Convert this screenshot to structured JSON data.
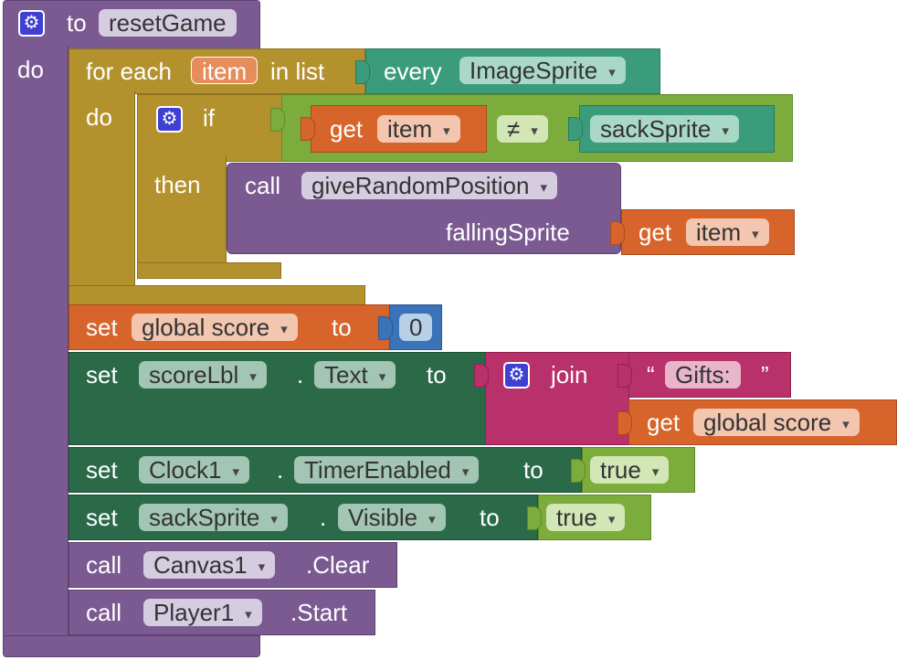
{
  "procedure": {
    "keyword_to": "to",
    "name": "resetGame",
    "keyword_do": "do"
  },
  "foreach": {
    "label_for_each": "for each",
    "variable": "item",
    "label_in_list": "in list",
    "label_do": "do"
  },
  "every": {
    "label": "every",
    "component": "ImageSprite"
  },
  "if_block": {
    "label_if": "if",
    "label_then": "then"
  },
  "compare": {
    "get_label": "get",
    "variable": "item",
    "operator": "≠",
    "component": "sackSprite"
  },
  "call_random": {
    "call_label": "call",
    "procedure": "giveRandomPosition",
    "arg_name": "fallingSprite",
    "get_label": "get",
    "variable": "item"
  },
  "set_score": {
    "set_label": "set",
    "variable": "global score",
    "to_label": "to",
    "value": "0"
  },
  "set_label_text": {
    "set_label": "set",
    "component": "scoreLbl",
    "dot": ".",
    "property": "Text",
    "to_label": "to",
    "join_label": "join",
    "open_quote": "“",
    "string": "Gifts:",
    "close_quote": "”",
    "get_label": "get",
    "variable": "global score"
  },
  "set_timer": {
    "set_label": "set",
    "component": "Clock1",
    "dot": ".",
    "property": "TimerEnabled",
    "to_label": "to",
    "value": "true"
  },
  "set_visible": {
    "set_label": "set",
    "component": "sackSprite",
    "dot": ".",
    "property": "Visible",
    "to_label": "to",
    "value": "true"
  },
  "call_clear": {
    "call_label": "call",
    "component": "Canvas1",
    "method": ".Clear"
  },
  "call_start": {
    "call_label": "call",
    "component": "Player1",
    "method": ".Start"
  },
  "colors": {
    "procedure": "#7b5a91",
    "control": "#b3922e",
    "list": "#3a9c7a",
    "logic": "#7cac3c",
    "variable": "#d7652b",
    "component_setter": "#2a6a49",
    "math": "#3b73b8",
    "text": "#b8316a"
  }
}
